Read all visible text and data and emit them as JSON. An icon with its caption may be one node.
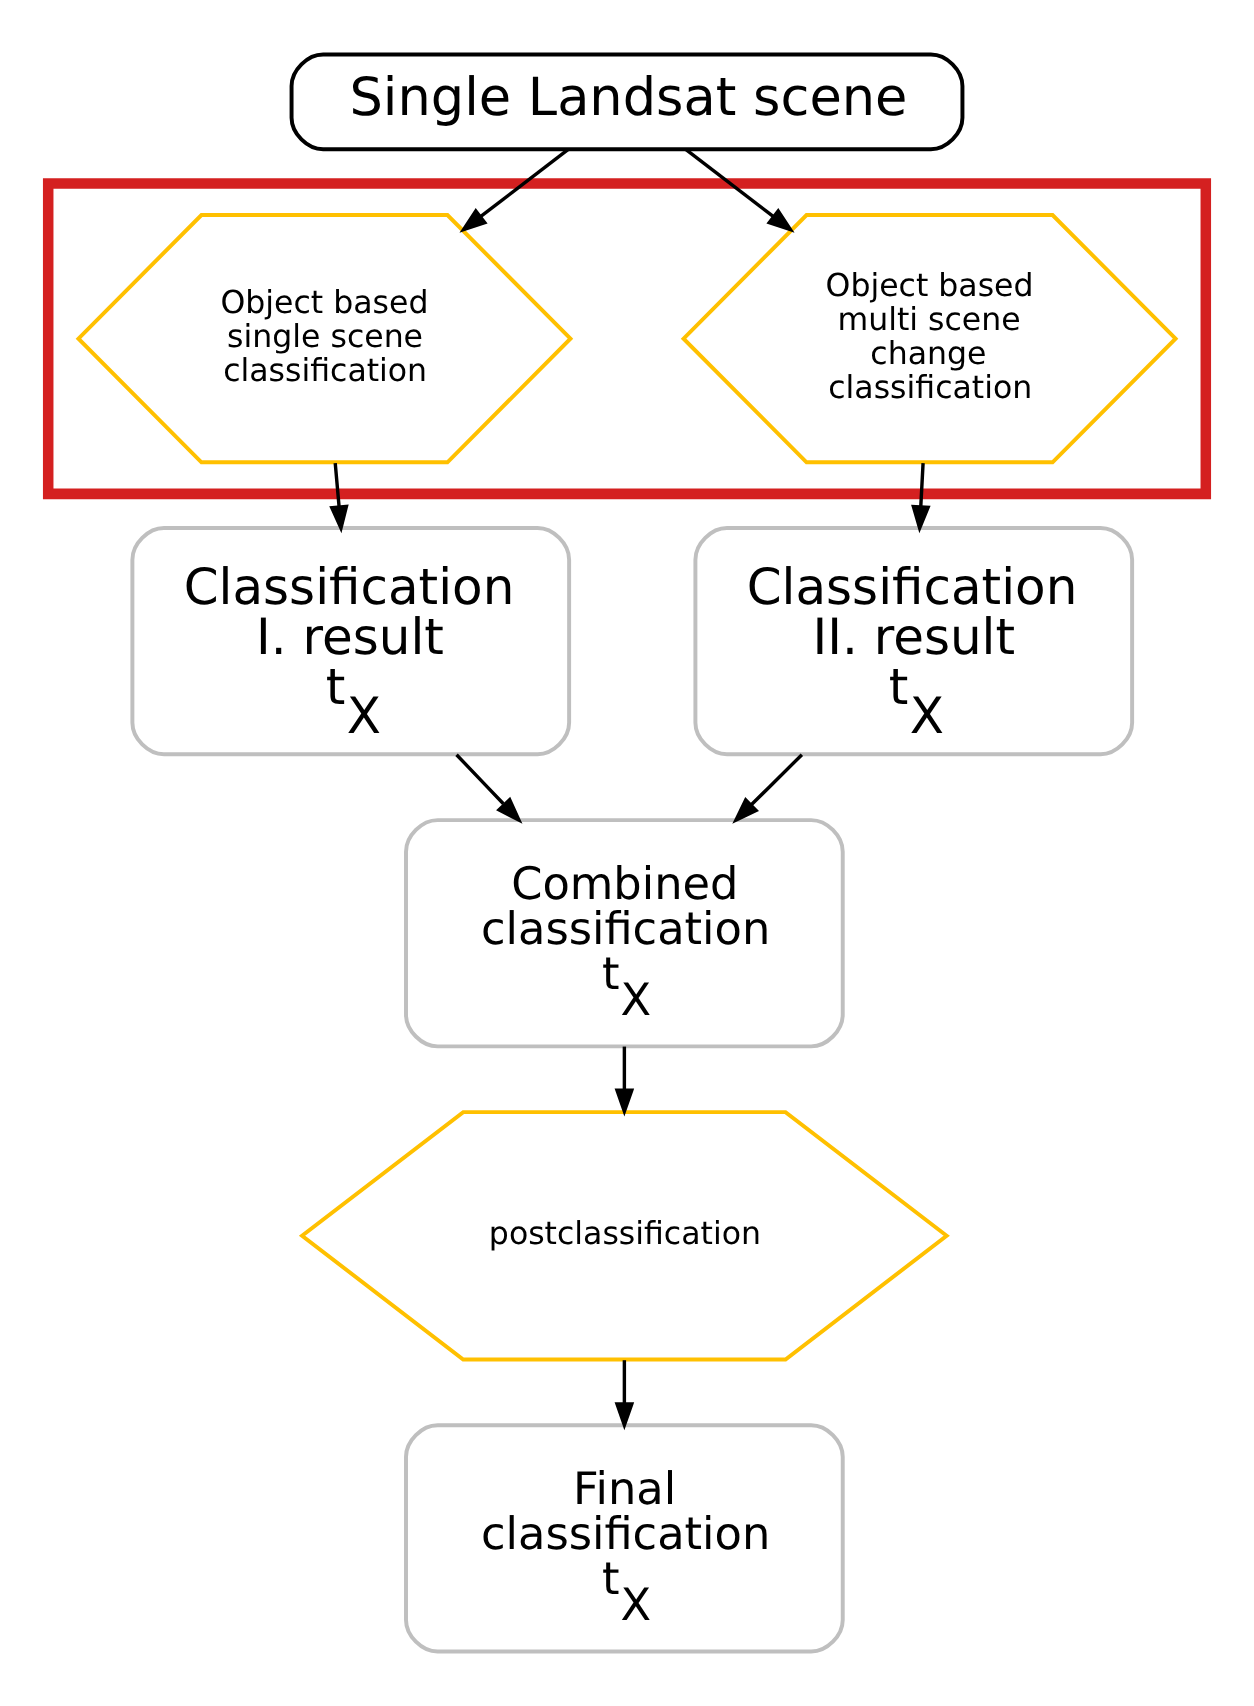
{
  "diagram": {
    "nodes": [
      {
        "text": [
          "Single Landsat scene"
        ]
      },
      {
        "text": [],
        "shape": "box"
      },
      {
        "text": [
          "Object based single scene classification"
        ],
        "in": 1
      },
      {
        "text": [
          "Object based multi scene change classification"
        ],
        "in": 1
      },
      {
        "text": [
          "Classification I. result t$_{X}$"
        ]
      },
      {
        "text": [
          "Classification II. result t$_{X}$"
        ]
      },
      {
        "text": [
          "Combined classification t$_{X}$"
        ]
      },
      {
        "text": [
          "postclassification"
        ]
      },
      {
        "text": [
          "Final classification t$_{X}$"
        ]
      }
    ],
    "edges": [
      {
        "from": 0,
        "to": 2,
        "arrow": "to"
      },
      {
        "from": 0,
        "to": 3,
        "arrow": "to"
      },
      {
        "from": 2,
        "to": 4,
        "arrow": "to"
      },
      {
        "from": 3,
        "to": 5,
        "arrow": "to"
      },
      {
        "from": 4,
        "to": 6,
        "arrow": "to"
      },
      {
        "from": 5,
        "to": 6,
        "arrow": "to"
      },
      {
        "from": 6,
        "to": 7,
        "arrow": "to"
      },
      {
        "from": 7,
        "to": 8,
        "arrow": "to"
      }
    ]
  }
}
